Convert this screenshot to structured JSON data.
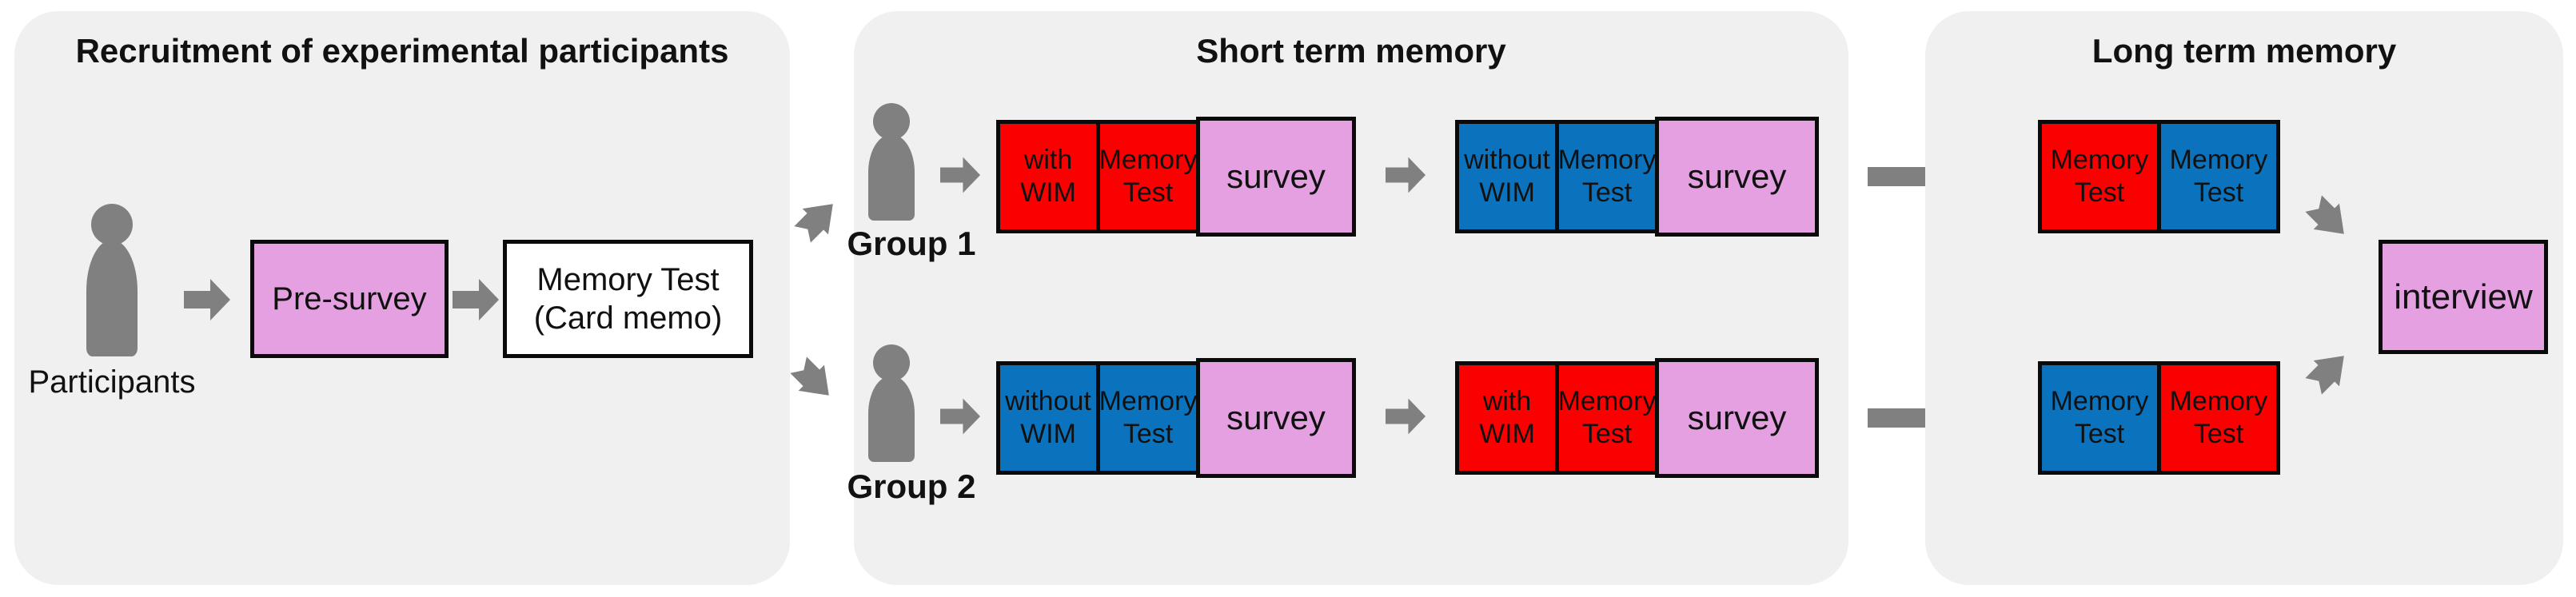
{
  "colors": {
    "red": "#fa0000",
    "blue": "#0b73be",
    "pink": "#e5a0e2",
    "gray": "#808080",
    "panel": "#f0f0f0",
    "border": "#0a0a0a",
    "white": "#ffffff"
  },
  "panels": {
    "recruitment": {
      "title": "Recruitment of experimental participants",
      "participants_label": "Participants",
      "presurvey_label": "Pre-survey",
      "memory_test": {
        "line1": "Memory Test",
        "line2": "(Card memo)"
      }
    },
    "short_term": {
      "title": "Short term memory",
      "rows": [
        {
          "group_label": "Group 1",
          "seq1": {
            "cell1": {
              "line1": "with",
              "line2": "WIM"
            },
            "cell2": {
              "line1": "Memory",
              "line2": "Test"
            },
            "survey_label": "survey"
          },
          "seq2": {
            "cell1": {
              "line1": "without",
              "line2": "WIM"
            },
            "cell2": {
              "line1": "Memory",
              "line2": "Test"
            },
            "survey_label": "survey"
          }
        },
        {
          "group_label": "Group 2",
          "seq1": {
            "cell1": {
              "line1": "without",
              "line2": "WIM"
            },
            "cell2": {
              "line1": "Memory",
              "line2": "Test"
            },
            "survey_label": "survey"
          },
          "seq2": {
            "cell1": {
              "line1": "with",
              "line2": "WIM"
            },
            "cell2": {
              "line1": "Memory",
              "line2": "Test"
            },
            "survey_label": "survey"
          }
        }
      ]
    },
    "long_term": {
      "title": "Long term memory",
      "rows": [
        {
          "cell1": {
            "line1": "Memory",
            "line2": "Test"
          },
          "cell2": {
            "line1": "Memory",
            "line2": "Test"
          }
        },
        {
          "cell1": {
            "line1": "Memory",
            "line2": "Test"
          },
          "cell2": {
            "line1": "Memory",
            "line2": "Test"
          }
        }
      ],
      "interview_label": "interview"
    }
  }
}
